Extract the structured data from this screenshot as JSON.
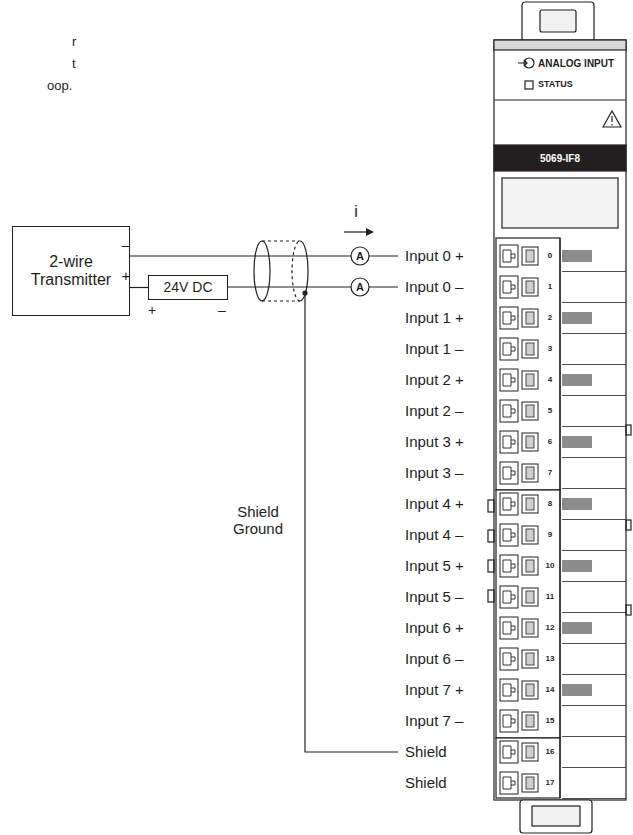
{
  "diagram": {
    "nodes": [
      {
        "text": [
          "2-wire Transmitter"
        ]
      },
      {
        "text": [
          "24V DC"
        ]
      },
      {
        "text": [
          "ANALOG INPUT",
          "STATUS",
          "5069-IF8"
        ]
      }
    ],
    "edges": [
      {
        "from": 0,
        "to": 1,
        "arrow": "none"
      }
    ],
    "labels": [
      "r",
      "t",
      "oop.",
      "i",
      "–",
      "+",
      "+",
      "–",
      "A",
      "A",
      "Input 0 +",
      "Input 0 –",
      "Input 1 +",
      "Input 1 –",
      "Input 2 +",
      "Input 2 –",
      "Input 3 +",
      "Input 3 –",
      "Input 4 +",
      "Input 4 –",
      "Input 5 +",
      "Input 5 –",
      "Input 6 +",
      "Input 6 –",
      "Input 7 +",
      "Input 7 –",
      "Shield Ground",
      "Shield",
      "Shield",
      "0",
      "1",
      "2",
      "3",
      "4",
      "5",
      "6",
      "7",
      "8",
      "9",
      "10",
      "11",
      "12",
      "13",
      "14",
      "15",
      "16",
      "17"
    ]
  }
}
